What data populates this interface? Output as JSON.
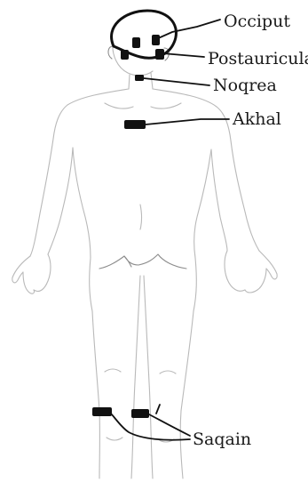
{
  "labels": {
    "occiput": "Occiput",
    "postauricula": "Postauricula",
    "noqrea": "Noqrea",
    "akhal": "Akhal",
    "saqain": "Saqain"
  },
  "colors": {
    "ink": "#111111",
    "outline": "#b9b9b9",
    "background": "#ffffff"
  }
}
